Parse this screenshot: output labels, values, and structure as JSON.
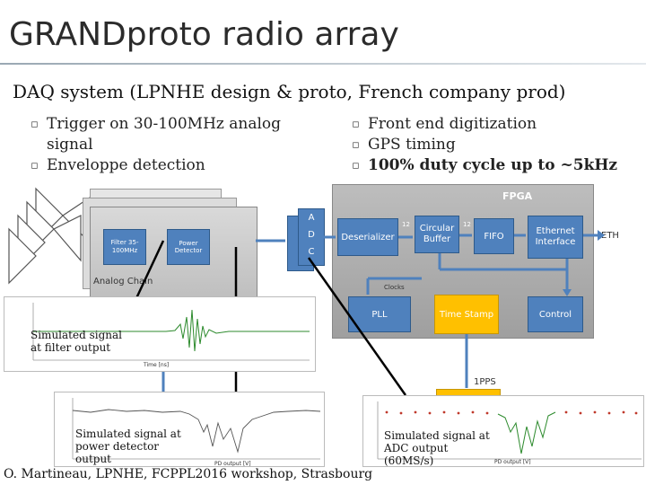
{
  "title": "GRANDproto radio array",
  "subtitle": "DAQ system (LPNHE design & proto, French company prod)",
  "bullets_left": [
    "Trigger on 30-100MHz analog signal",
    "Enveloppe detection"
  ],
  "bullets_right": [
    "Front end digitization",
    "GPS timing",
    "100% duty cycle up to ~5kHz"
  ],
  "diagram": {
    "fpga_label": "FPGA",
    "adc_letters": [
      "A",
      "D",
      "C"
    ],
    "filter_label": "Filter 35-100MHz",
    "power_detector_label": "Power Detector",
    "analog_chain_label": "Analog Chain",
    "deserializer_label": "Deserializer",
    "circular_buffer_label": "Circular Buffer",
    "fifo_label": "FIFO",
    "ethernet_label": "Ethernet Interface",
    "eth_label": "ETH",
    "clocks_label": "Clocks",
    "pll_label": "PLL",
    "time_stamp_label": "Time Stamp",
    "control_label": "Control",
    "pps_label": "1PPS",
    "arrow_marks": [
      "12",
      "12"
    ],
    "colors": {
      "blue": "#4f81bd",
      "yellow": "#ffc000",
      "gray": "#a6a6a6"
    }
  },
  "panels": {
    "filter": {
      "caption": "Simulated signal at filter output",
      "xlabel": "Time [ns]"
    },
    "power": {
      "caption": "Simulated signal at power detector output",
      "xlabel": "PD output [V]"
    },
    "adc": {
      "caption": "Simulated signal at ADC output (60MS/s)",
      "xlabel": "PD output [V]"
    }
  },
  "footer": "O. Martineau, LPNHE, FCPPL2016 workshop, Strasbourg"
}
